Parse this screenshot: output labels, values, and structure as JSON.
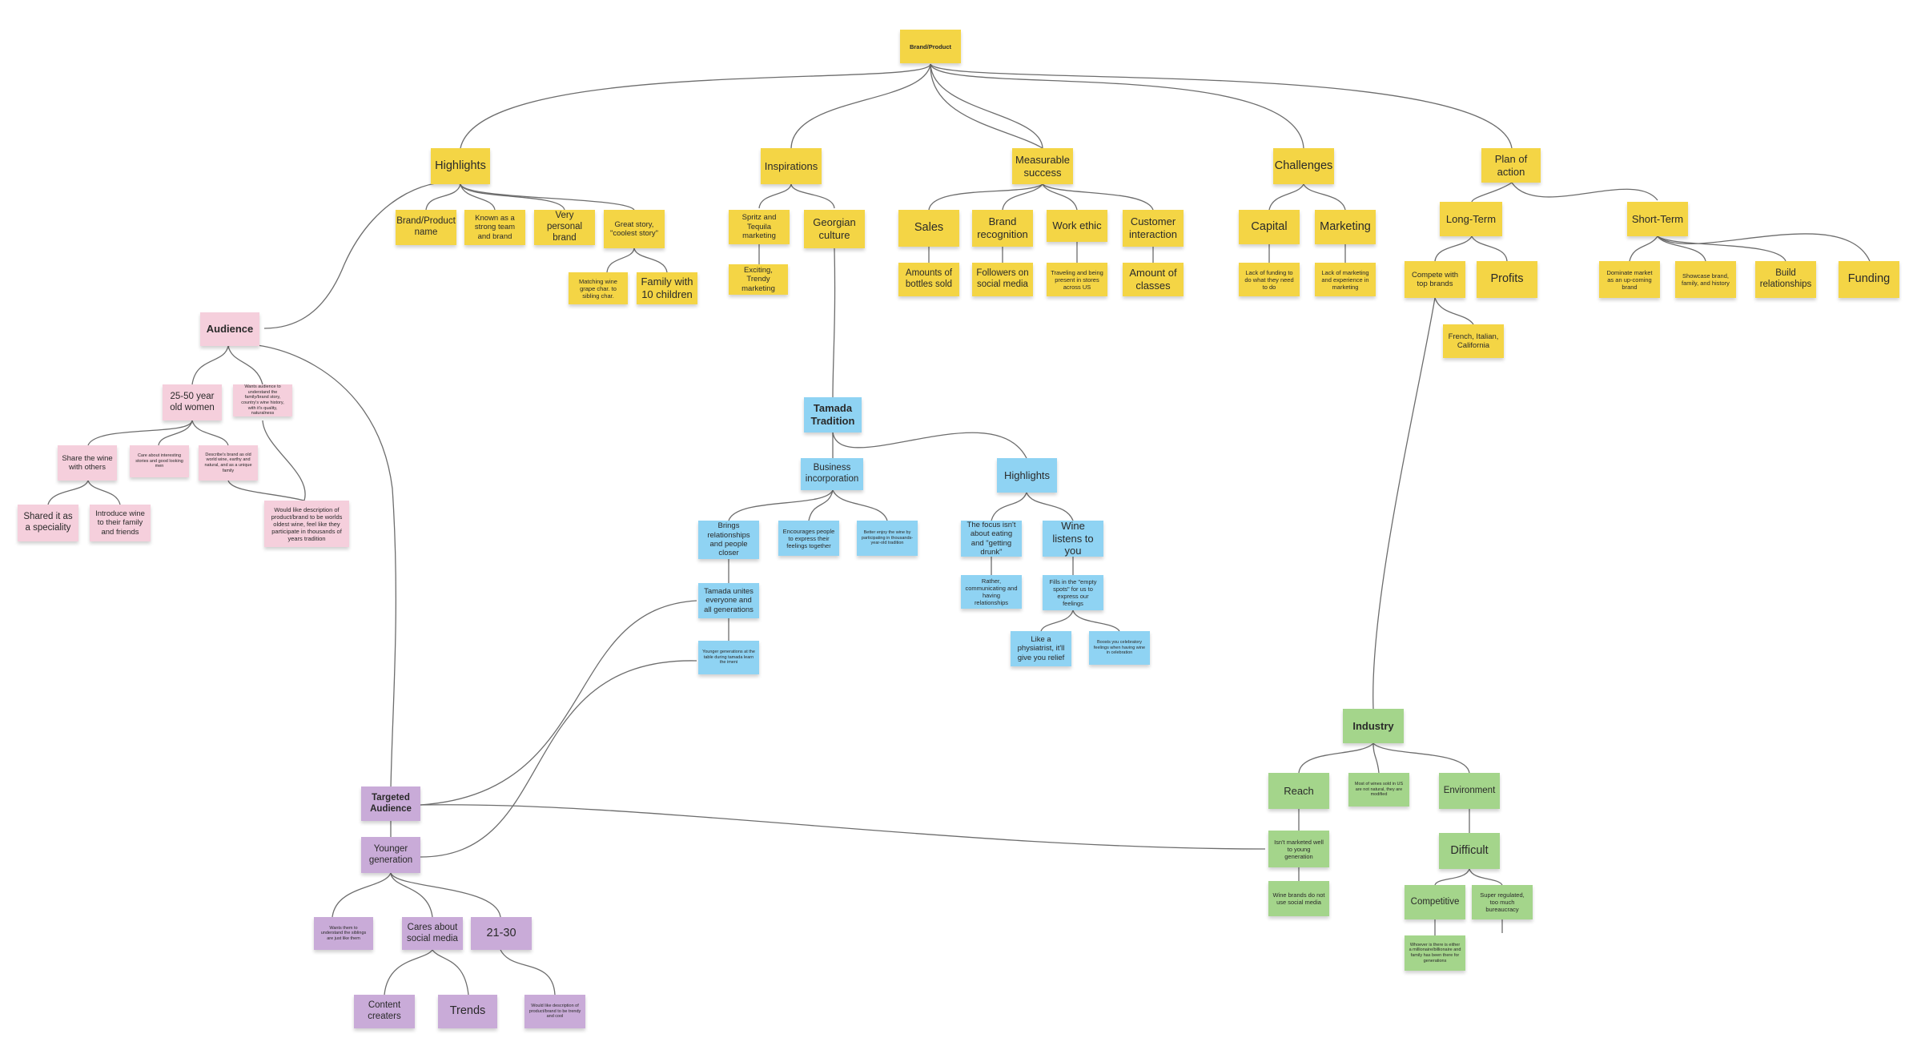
{
  "colors": {
    "yellow": "#f4d545",
    "pink": "#f5cfdc",
    "blue": "#8fd3f3",
    "green": "#a4d58b",
    "purple": "#c9abd8",
    "connector": "#6d6d6d"
  },
  "notes": {
    "root": "Brand/Product",
    "highlights": "Highlights",
    "inspirations": "Inspirations",
    "measurable": "Measurable success",
    "challenges": "Challenges",
    "plan": "Plan of action",
    "brand_name": "Brand/Product name",
    "known_as": "Known as a strong team and brand",
    "very_personal": "Very personal brand",
    "great_story": "Great story, \"coolest story\"",
    "matching_wine": "Matching wine grape char. to sibling char.",
    "family_10": "Family with 10 children",
    "spritz": "Spritz and Tequila marketing",
    "exciting": "Exciting, Trendy marketing",
    "georgian": "Georgian culture",
    "sales": "Sales",
    "amounts_bottles": "Amounts of bottles sold",
    "brand_recog": "Brand recognition",
    "followers": "Followers on social media",
    "work_ethic": "Work ethic",
    "traveling": "Traveling and being present in stores across US",
    "customer_int": "Customer interaction",
    "amount_classes": "Amount of classes",
    "capital": "Capital",
    "lack_funding": "Lack of funding to do what they need to do",
    "marketing": "Marketing",
    "lack_marketing": "Lack of marketing and experience in marketing",
    "long_term": "Long-Term",
    "short_term": "Short-Term",
    "compete": "Compete with top brands",
    "profits": "Profits",
    "french": "French, Italian, California",
    "dominate": "Dominate market as an up-coming brand",
    "showcase": "Showcase brand, family, and history",
    "build_rel": "Build relationships",
    "funding": "Funding",
    "audience": "Audience",
    "women": "25-50 year old women",
    "wants_understand": "Wants audience to understand the family/brand story, country's wine history, with it's quality, naturalness",
    "share_wine": "Share the wine with others",
    "care_about": "Care about interesting stories and good looking men",
    "describes": "Describe's brand as old world wine, earthy and natural, and as a unique family",
    "shared_speciality": "Shared it as a speciality",
    "introduce": "Introduce wine to their family and friends",
    "would_like": "Would like description of product/brand to be worlds oldest wine, feel like they participate in thousands of years tradition",
    "tamada": "Tamada Tradition",
    "business_inc": "Business incorporation",
    "highlights_b": "Highlights",
    "brings": "Brings relationships and people closer",
    "encourages": "Encourages people to express their feelings together",
    "better_enjoy": "Better enjoy the wine by participating in thousands-year-old tradition",
    "unites": "Tamada unites everyone and all generations",
    "younger_learn": "Younger generations at the table during tamada learn the imeni",
    "focus": "The focus isn't about eating and \"getting drunk\"",
    "rather": "Rather, communicating and having relationships",
    "wine_listens": "Wine listens to you",
    "fills": "Fills in the \"empty spots\" for us to express our feelings",
    "physiatrist": "Like a physiatrist, it'll give you relief",
    "boosts": "Boosts you celebratory feelings when having wine in celebration",
    "industry": "Industry",
    "reach": "Reach",
    "most_wines": "Most of wines sold in US are not natural, they are modified",
    "environment": "Environment",
    "isnt_marketed": "Isn't marketed well to young generation",
    "wine_brands": "Wine brands do not use social media",
    "difficult": "Difficult",
    "competitive": "Competitive",
    "super_regulated": "Super regulated, too much bureaucracy",
    "whoever": "Whoever is there is either a millionaire/billionaire and family has been there for generations",
    "targeted": "Targeted Audience",
    "younger_gen": "Younger generation",
    "wants_siblings": "Wants them to understand the siblings are just like them",
    "cares_social": "Cares about social media",
    "age_21_30": "21-30",
    "content": "Content creaters",
    "trends": "Trends",
    "would_like_trendy": "Would like description of product/brand to be trendy and cool"
  }
}
